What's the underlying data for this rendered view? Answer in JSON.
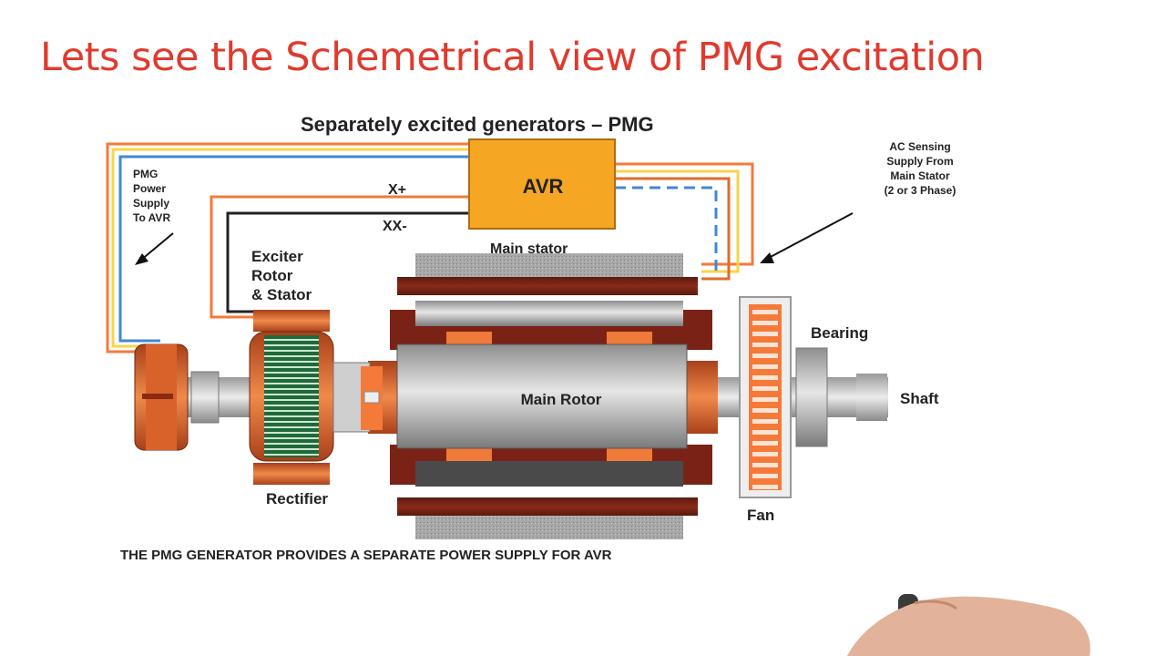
{
  "slide": {
    "title": "Lets see the Schemetrical view of PMG excitation"
  },
  "diagram": {
    "heading": "Separately excited generators – PMG",
    "avr_label": "AVR",
    "pmg_supply": [
      "PMG",
      "Power",
      "Supply",
      "To AVR"
    ],
    "ac_sensing": [
      "AC Sensing",
      "Supply From",
      "Main Stator",
      "(2 or 3 Phase)"
    ],
    "x_plus": "X+",
    "xx_minus": "XX-",
    "main_stator": "Main stator",
    "exciter": [
      "Exciter",
      "Rotor",
      "& Stator"
    ],
    "main_rotor": "Main Rotor",
    "bearing": "Bearing",
    "shaft": "Shaft",
    "rectifier": "Rectifier",
    "fan": "Fan",
    "caption": "THE PMG GENERATOR PROVIDES A SEPARATE POWER SUPPLY FOR  AVR"
  },
  "colors": {
    "title": "#e03a2e",
    "avr_box": "#f5a623",
    "wire_orange": "#f47a3a",
    "wire_blue": "#3f88d6",
    "wire_yellow": "#f7d44a",
    "copper": "#d9622b",
    "dark_red": "#7a2215"
  },
  "icons": [
    "hand-with-marker-icon"
  ]
}
